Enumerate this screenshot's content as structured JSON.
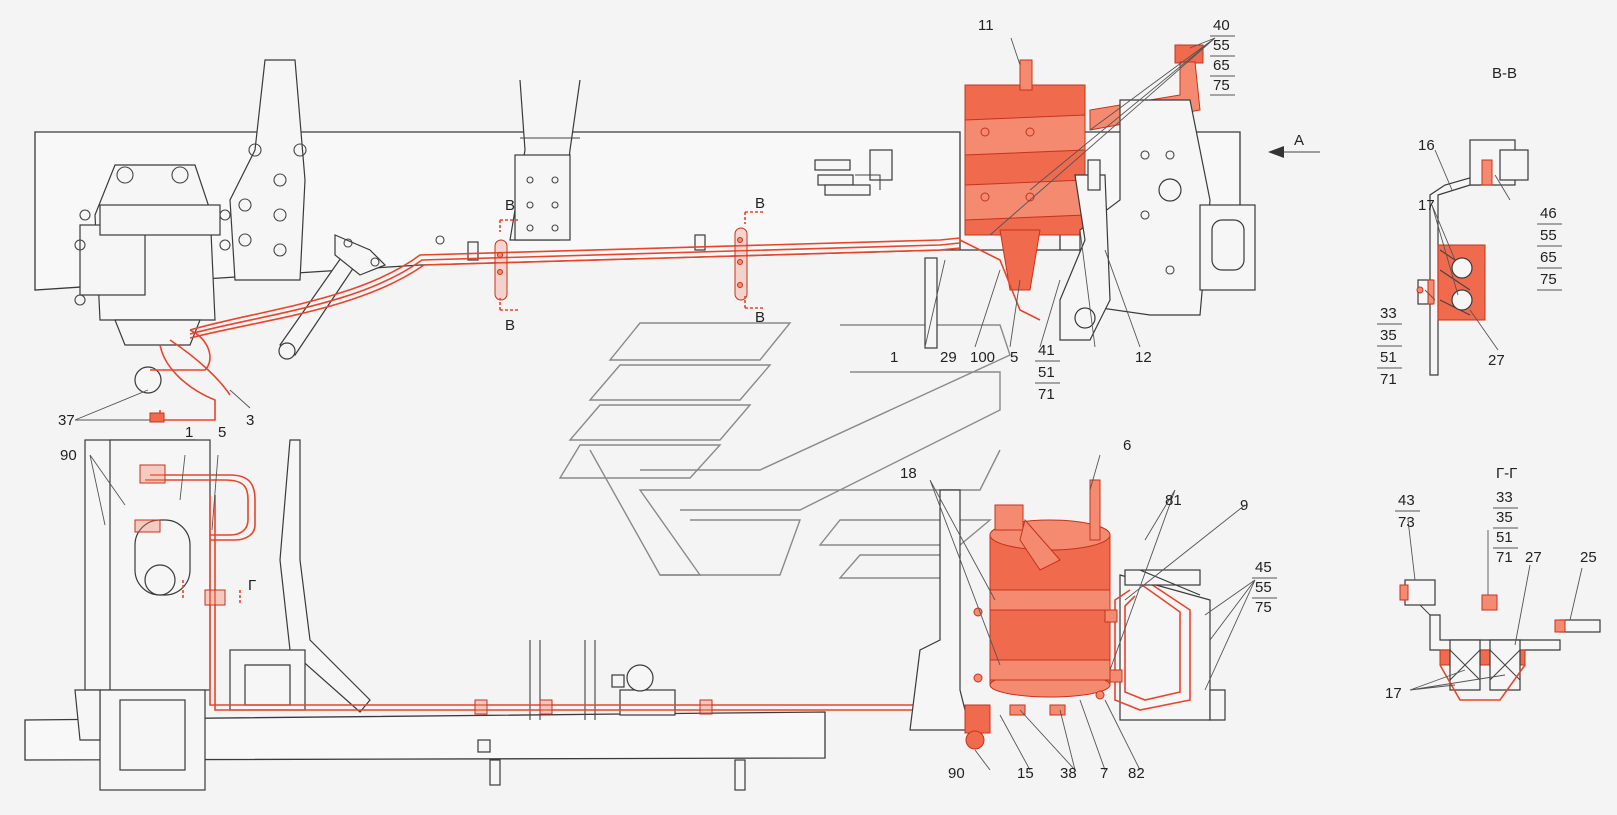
{
  "labels": {
    "l1": "1",
    "l1b": "1",
    "l3": "3",
    "l5": "5",
    "l5b": "5",
    "l6": "6",
    "l7": "7",
    "l9": "9",
    "l11": "11",
    "l12": "12",
    "l15": "15",
    "l16": "16",
    "l17": "17",
    "l17b": "17",
    "l18": "18",
    "l25": "25",
    "l27": "27",
    "l27b": "27",
    "l29": "29",
    "l33": "33",
    "l35": "35",
    "l51": "51",
    "l71": "71",
    "l33b": "33",
    "l35b": "35",
    "l51b": "51",
    "l71b": "71",
    "l37": "37",
    "l38": "38",
    "l40": "40",
    "l55": "55",
    "l65": "65",
    "l75": "75",
    "l41": "41",
    "l51c": "51",
    "l71c": "71",
    "l43": "43",
    "l73": "73",
    "l45": "45",
    "l55b": "55",
    "l75b": "75",
    "l46": "46",
    "l55c": "55",
    "l65b": "65",
    "l75c": "75",
    "l81": "81",
    "l82": "82",
    "l90": "90",
    "l90b": "90",
    "l100": "100",
    "cutB1": "В",
    "cutB2": "В",
    "cutB3": "В",
    "cutB4": "В",
    "cutG": "Г",
    "viewA": "A"
  },
  "sections": {
    "vv": "В-В",
    "gg": "Г-Г"
  },
  "colors": {
    "highlight": "#e8452b",
    "line": "#444444",
    "ghost": "#8a8a8a",
    "background": "#f4f4f4"
  }
}
